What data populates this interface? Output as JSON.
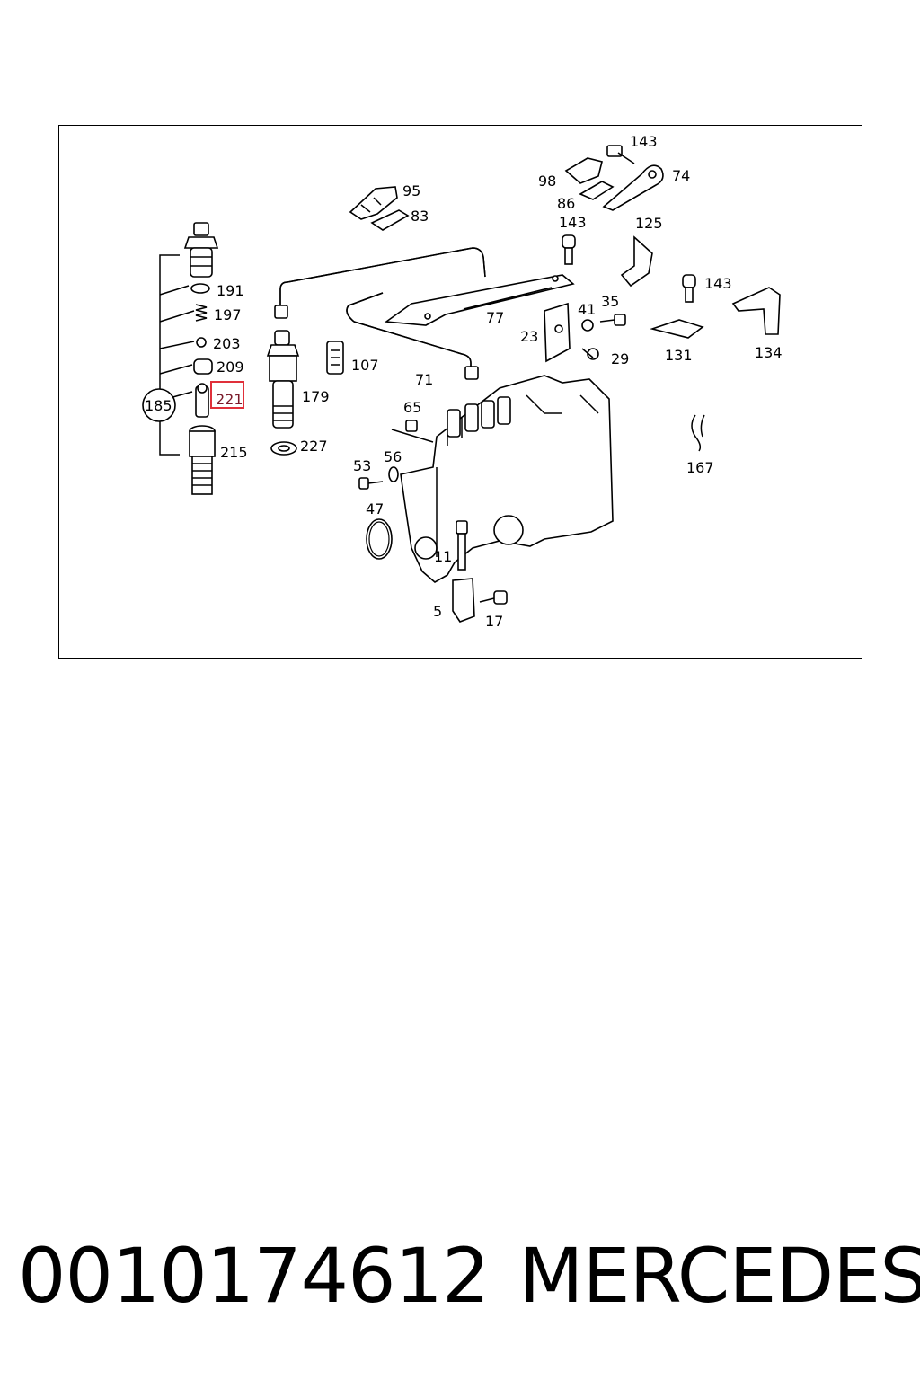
{
  "diagram": {
    "callouts": [
      {
        "id": "143a",
        "text": "143"
      },
      {
        "id": "98",
        "text": "98"
      },
      {
        "id": "74",
        "text": "74"
      },
      {
        "id": "86",
        "text": "86"
      },
      {
        "id": "95",
        "text": "95"
      },
      {
        "id": "83",
        "text": "83"
      },
      {
        "id": "143b",
        "text": "143"
      },
      {
        "id": "125",
        "text": "125"
      },
      {
        "id": "191",
        "text": "191"
      },
      {
        "id": "143c",
        "text": "143"
      },
      {
        "id": "197",
        "text": "197"
      },
      {
        "id": "77",
        "text": "77"
      },
      {
        "id": "41",
        "text": "41"
      },
      {
        "id": "35",
        "text": "35"
      },
      {
        "id": "203",
        "text": "203"
      },
      {
        "id": "23",
        "text": "23"
      },
      {
        "id": "107",
        "text": "107"
      },
      {
        "id": "131",
        "text": "131"
      },
      {
        "id": "134",
        "text": "134"
      },
      {
        "id": "209",
        "text": "209"
      },
      {
        "id": "29",
        "text": "29"
      },
      {
        "id": "71",
        "text": "71"
      },
      {
        "id": "221",
        "text": "221"
      },
      {
        "id": "179",
        "text": "179"
      },
      {
        "id": "185",
        "text": "185"
      },
      {
        "id": "65",
        "text": "65"
      },
      {
        "id": "227",
        "text": "227"
      },
      {
        "id": "215",
        "text": "215"
      },
      {
        "id": "53",
        "text": "53"
      },
      {
        "id": "56",
        "text": "56"
      },
      {
        "id": "167",
        "text": "167"
      },
      {
        "id": "47",
        "text": "47"
      },
      {
        "id": "11",
        "text": "11"
      },
      {
        "id": "5",
        "text": "5"
      },
      {
        "id": "17",
        "text": "17"
      }
    ],
    "highlighted_callout": "221",
    "highlight_color": "#e0303a"
  },
  "caption": {
    "part_number": "0010174612",
    "brand": "MERCEDES"
  }
}
